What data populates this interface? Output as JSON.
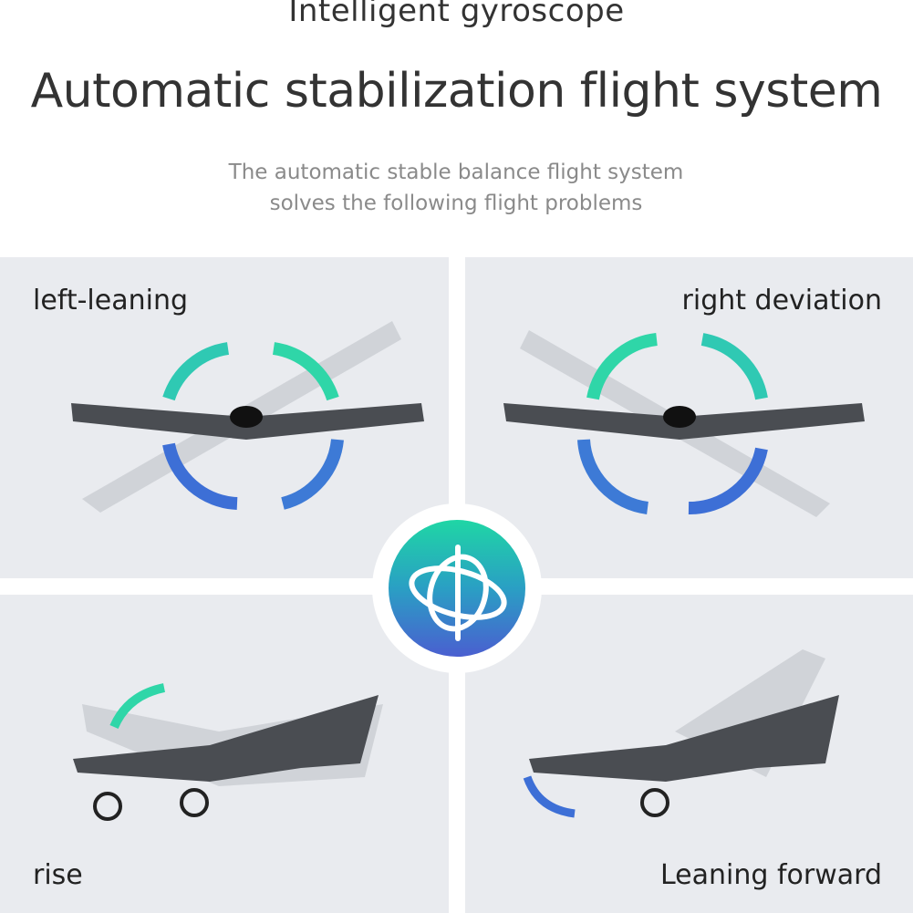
{
  "header": {
    "kicker": "Intelligent gyroscope",
    "title": "Automatic stabilization flight system",
    "subtitle": "The automatic stable balance flight system solves the following flight problems"
  },
  "panels": [
    {
      "label": "left-leaning"
    },
    {
      "label": "right deviation"
    },
    {
      "label": "rise"
    },
    {
      "label": "Leaning forward"
    }
  ],
  "center_icon": "gyroscope-icon",
  "colors": {
    "panel_bg": "#e9ebef",
    "arrow_teal": "#2fd6a8",
    "arrow_blue": "#3d6fd6",
    "plane": "#4a4d52"
  }
}
